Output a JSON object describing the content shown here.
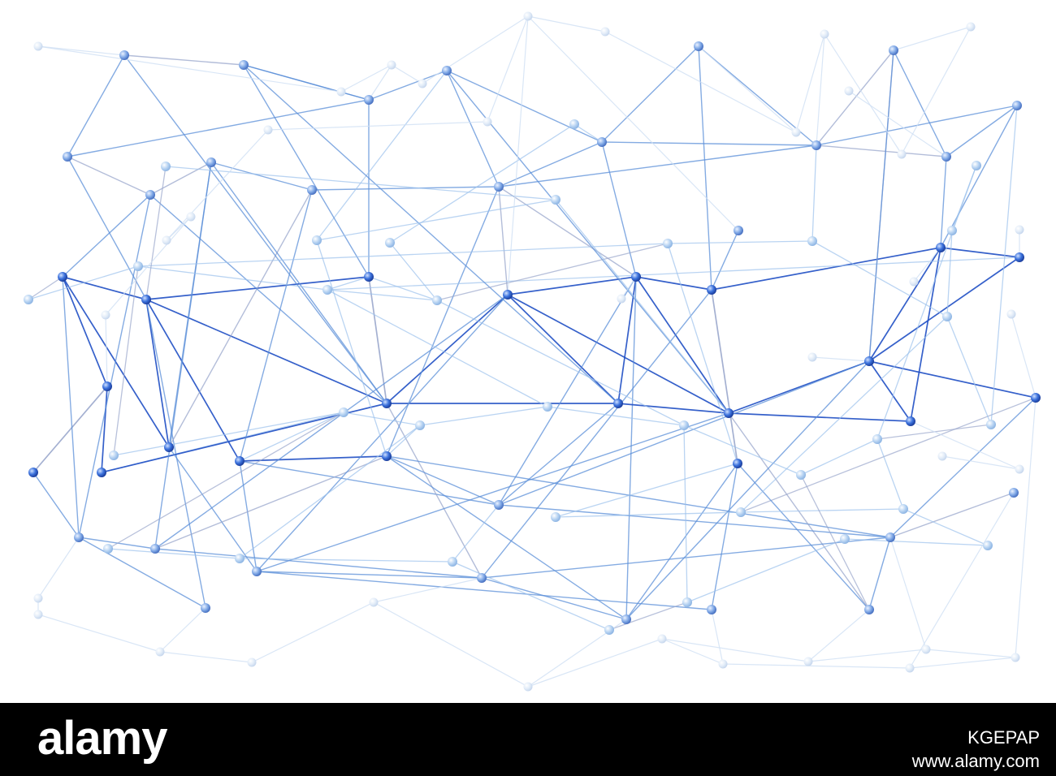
{
  "palette": {
    "dark": "#1f4fc4",
    "mid": "#5b8fd8",
    "light": "#9cc2ec",
    "faint": "#cfe0f4",
    "grey": "#9aa7cc"
  },
  "footer": {
    "logo": "alamy",
    "image_id": "KGEPAP",
    "site": "www.alamy.com"
  }
}
